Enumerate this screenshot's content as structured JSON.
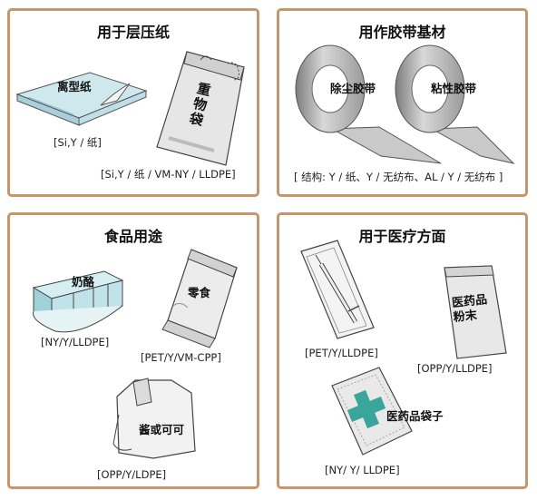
{
  "panels": [
    {
      "title": "用于层压纸",
      "items": [
        {
          "label": "离型纸",
          "caption": "[Si,Y / 纸]"
        },
        {
          "label": "重物袋",
          "caption": "[Si,Y / 纸 / VM-NY / LLDPE]"
        }
      ]
    },
    {
      "title": "用作胶带基材",
      "items": [
        {
          "label": "除尘胶带"
        },
        {
          "label": "粘性胶带"
        }
      ],
      "caption": "[ 结构: Y / 纸、Y / 无纺布、AL / Y / 无纺布 ]"
    },
    {
      "title": "食品用途",
      "items": [
        {
          "label": "奶酪",
          "caption": "[NY/Y/LLDPE]"
        },
        {
          "label": "零食",
          "caption": "[PET/Y/VM-CPP]"
        },
        {
          "label": "酱或可可",
          "caption": "[OPP/Y/LDPE]"
        }
      ]
    },
    {
      "title": "用于医疗方面",
      "items": [
        {
          "label": "",
          "caption": "[PET/Y/LLDPE]"
        },
        {
          "label": "医药品粉末",
          "caption": "[OPP/Y/LLDPE]"
        },
        {
          "label": "医药品袋子",
          "caption": "[NY/ Y/ LLDPE]"
        }
      ]
    }
  ],
  "icons": {
    "release_paper": "release-paper-icon",
    "heavy_bag": "heavy-bag-icon",
    "tape_roll": "tape-roll-icon",
    "cheese": "cheese-box-icon",
    "snack": "snack-bag-icon",
    "sauce": "sauce-bag-icon",
    "syringe": "syringe-pack-icon",
    "powder": "powder-packet-icon",
    "medical_bag": "medical-bag-icon"
  },
  "colors": {
    "border": "#c8946a",
    "cross": "#3aa59b"
  }
}
